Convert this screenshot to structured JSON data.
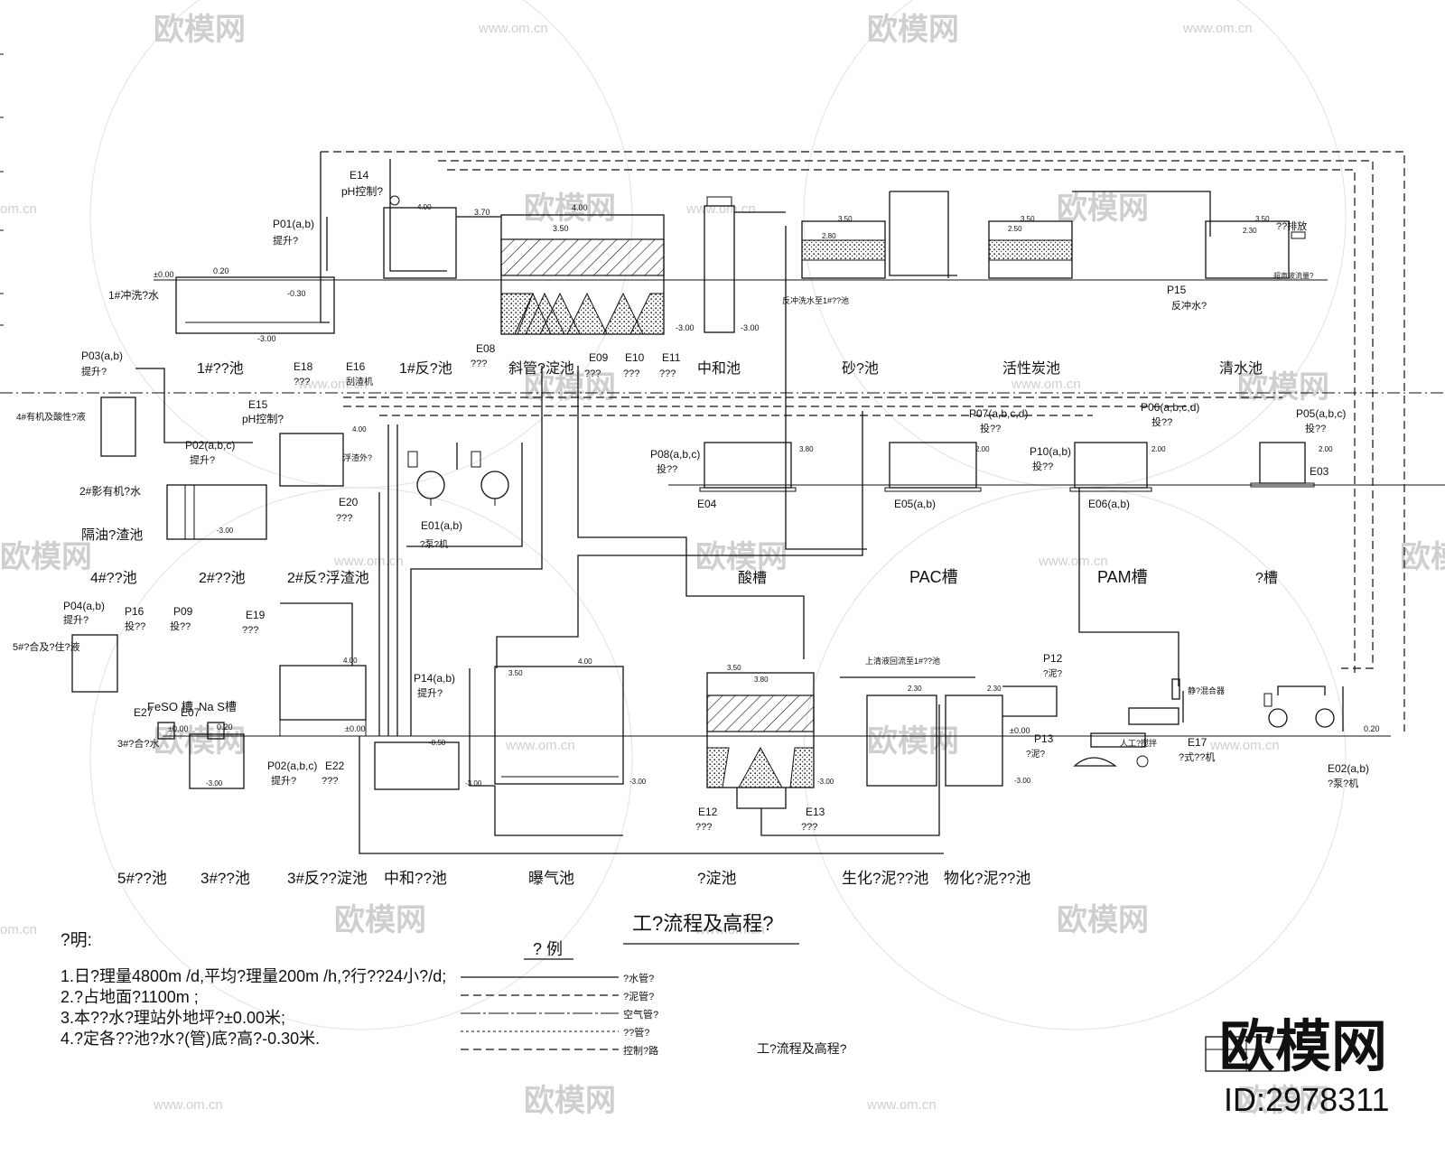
{
  "watermark": {
    "brand": "欧模网",
    "url": "www.om.cn",
    "url_short": "om.cn"
  },
  "logo": {
    "text": "欧模网",
    "id_text": "ID:2978311"
  },
  "title": {
    "main": "工?流程及高程?",
    "secondary": "工?流程及高程?"
  },
  "upper_row_tanks": [
    {
      "id": "flush",
      "label": "1#冲洗?水"
    },
    {
      "id": "adj1",
      "label": "1#??池"
    },
    {
      "id": "rev1",
      "label": "1#反?池"
    },
    {
      "id": "incl",
      "label": "斜管?淀池"
    },
    {
      "id": "neutral",
      "label": "中和池"
    },
    {
      "id": "sand",
      "label": "砂?池"
    },
    {
      "id": "carbon",
      "label": "活性炭池"
    },
    {
      "id": "clear",
      "label": "清水池"
    }
  ],
  "middle_row_tanks": [
    {
      "id": "acid",
      "label": "酸槽"
    },
    {
      "id": "pac",
      "label": "PAC槽"
    },
    {
      "id": "pam",
      "label": "PAM槽"
    },
    {
      "id": "alk",
      "label": "?槽"
    }
  ],
  "lower_row_tanks": [
    {
      "id": "adj4",
      "label": "4#??池"
    },
    {
      "id": "adj2",
      "label": "2#??池"
    },
    {
      "id": "rev2",
      "label": "2#反?浮渣池"
    },
    {
      "id": "oil",
      "label": "隔油?渣池"
    }
  ],
  "bottom_row_tanks": [
    {
      "id": "adj5",
      "label": "5#??池"
    },
    {
      "id": "adj3",
      "label": "3#??池"
    },
    {
      "id": "rev3",
      "label": "3#反??淀池"
    },
    {
      "id": "neutral2",
      "label": "中和??池"
    },
    {
      "id": "aer",
      "label": "曝气池"
    },
    {
      "id": "sed",
      "label": "?淀池"
    },
    {
      "id": "bio",
      "label": "生化?泥??池"
    },
    {
      "id": "phys",
      "label": "物化?泥??池"
    }
  ],
  "equipment_labels": {
    "E14": "E14",
    "E14_desc": "pH控制?",
    "P01": "P01(a,b)",
    "P01_desc": "提升?",
    "P03": "P03(a,b)",
    "P03_desc": "提升?",
    "E15": "E15",
    "E15_desc": "pH控制?",
    "E16": "E16",
    "E16_desc": "刮渣机",
    "E18": "E18",
    "E18_desc": "???",
    "P02a": "P02(a,b,c)",
    "P02a_desc": "提升?",
    "E20": "E20",
    "E20_desc": "???",
    "E01": "E01(a,b)",
    "E01_desc": "?泵?机",
    "E08": "E08",
    "E08_desc": "???",
    "E09": "E09",
    "E09_desc": "???",
    "E10": "E10",
    "E10_desc": "???",
    "E11": "E11",
    "E11_desc": "???",
    "P08": "P08(a,b,c)",
    "P08_desc": "投??",
    "E04": "E04",
    "P07": "P07(a,b,c,d)",
    "P07_desc": "投??",
    "E05": "E05(a,b)",
    "P10": "P10(a,b)",
    "P10_desc": "投??",
    "P06": "P06(a,b,c,d)",
    "P06_desc": "投??",
    "E06": "E06(a,b)",
    "P05": "P05(a,b,c)",
    "P05_desc": "投??",
    "E03": "E03",
    "P15": "P15",
    "P15_desc": "反冲水?",
    "P04": "P04(a,b)",
    "P04_desc": "提升?",
    "P16": "P16",
    "P16_desc": "投??",
    "P09": "P09",
    "P09_desc": "投??",
    "E19": "E19",
    "E19_desc": "???",
    "E27": "E27",
    "E07": "E07",
    "FeSO": "FeSO 槽",
    "NaS": "Na S槽",
    "P02b": "P02(a,b,c)",
    "P02b_desc": "提升?",
    "E22": "E22",
    "E22_desc": "???",
    "P14": "P14(a,b)",
    "P14_desc": "提升?",
    "E12": "E12",
    "E12_desc": "???",
    "E13": "E13",
    "E13_desc": "???",
    "P12": "P12",
    "P12_desc": "?泥?",
    "P13": "P13",
    "P13_desc": "?泥?",
    "E17": "E17",
    "E17_desc": "?式??机",
    "E02": "E02(a,b)",
    "E02_desc": "?泵?机"
  },
  "small_notes": {
    "discharge": "??排放",
    "flowmeter": "超声波流量?",
    "backwash": "反冲洗水至1#??池",
    "supernatant": "上清液回流至1#??池",
    "float_out": "浮渣外?",
    "wastewater4": "4#有机及酸性?液",
    "wastewater2": "2#影有机?水",
    "wastewater5": "5#?合及?住?液",
    "wastewater3": "3#?合?水",
    "mixer": "静?混合器",
    "manual": "人工?搅拌"
  },
  "elevations": [
    "±0.00",
    "0.20",
    "-0.30",
    "-3.00",
    "3.70",
    "4.00",
    "3.50",
    "2.80",
    "2.50",
    "2.30",
    "3.80",
    "2.00",
    "-0.50",
    "0.20"
  ],
  "notes": {
    "header": "?明:",
    "items": [
      "1.日?理量4800m  /d,平均?理量200m  /h,?行??24小?/d;",
      "2.?占地面?1100m  ;",
      "3.本??水?理站外地坪?±0.00米;",
      "4.?定各??池?水?(管)底?高?-0.30米."
    ]
  },
  "legend": {
    "title": "? 例",
    "items": [
      "?水管?",
      "?泥管?",
      "空气管?",
      "??管?",
      "控制?路"
    ]
  }
}
